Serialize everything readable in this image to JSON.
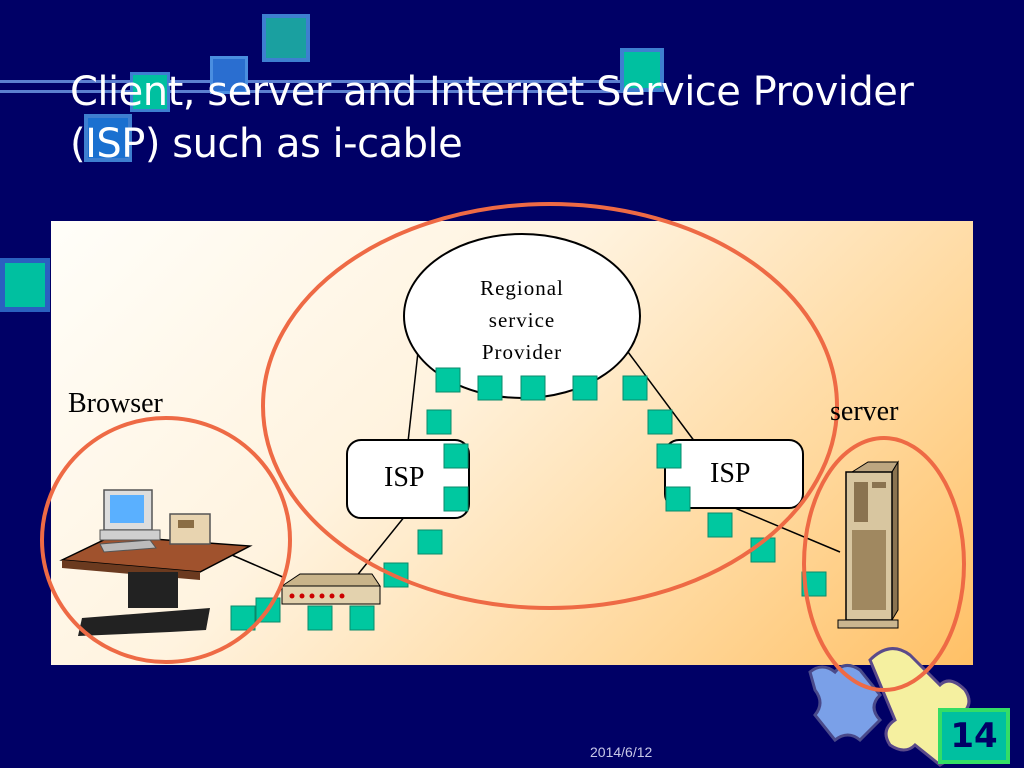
{
  "slide": {
    "title_line1": "Client, server and Internet Service Provider",
    "title_line2": "(ISP) such as i-cable",
    "date": "2014/6/12",
    "page_number": "14"
  },
  "diagram": {
    "regional_label_line1": "Regional",
    "regional_label_line2": "service",
    "regional_label_line3": "Provider",
    "isp_left_label": "ISP",
    "isp_right_label": "ISP",
    "browser_label": "Browser",
    "server_label": "server"
  },
  "colors": {
    "background": "#000066",
    "accent_square": "#00c8a0",
    "highlight_circle": "#ee6a45"
  }
}
